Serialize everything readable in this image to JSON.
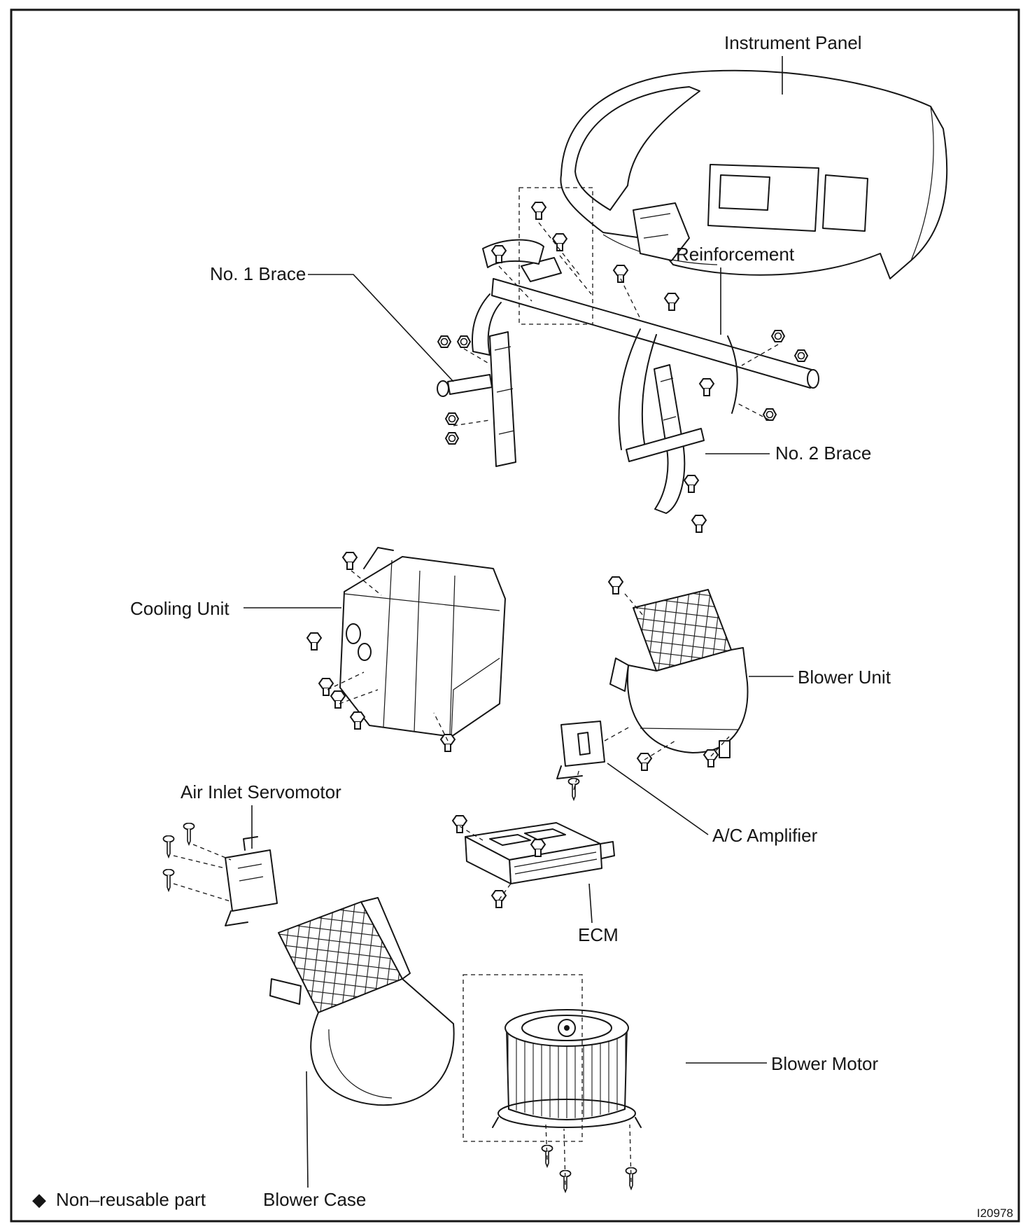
{
  "figure": {
    "code": "I20978"
  },
  "legend": {
    "marker": "◆",
    "text": "Non–reusable part"
  },
  "labels": {
    "instrument_panel": "Instrument Panel",
    "reinforcement": "Reinforcement",
    "no1_brace": "No. 1 Brace",
    "no2_brace": "No. 2 Brace",
    "cooling_unit": "Cooling Unit",
    "blower_unit": "Blower Unit",
    "air_inlet_servomotor": "Air Inlet Servomotor",
    "ac_amplifier": "A/C Amplifier",
    "ecm": "ECM",
    "blower_motor": "Blower Motor",
    "blower_case": "Blower Case"
  }
}
